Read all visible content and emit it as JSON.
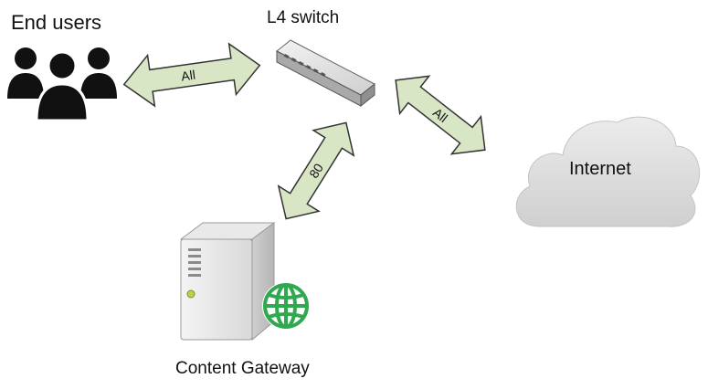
{
  "labels": {
    "end_users": "End users",
    "l4_switch": "L4 switch",
    "content_gateway": "Content Gateway",
    "internet": "Internet"
  },
  "arrows": {
    "users_to_switch": "All",
    "switch_to_internet": "All",
    "switch_to_gateway": "80"
  },
  "colors": {
    "arrow_fill": "#d9e6c5",
    "arrow_stroke": "#333333",
    "globe_green": "#2fa84f",
    "cloud_fill": "#dedede",
    "users_fill": "#111111"
  }
}
